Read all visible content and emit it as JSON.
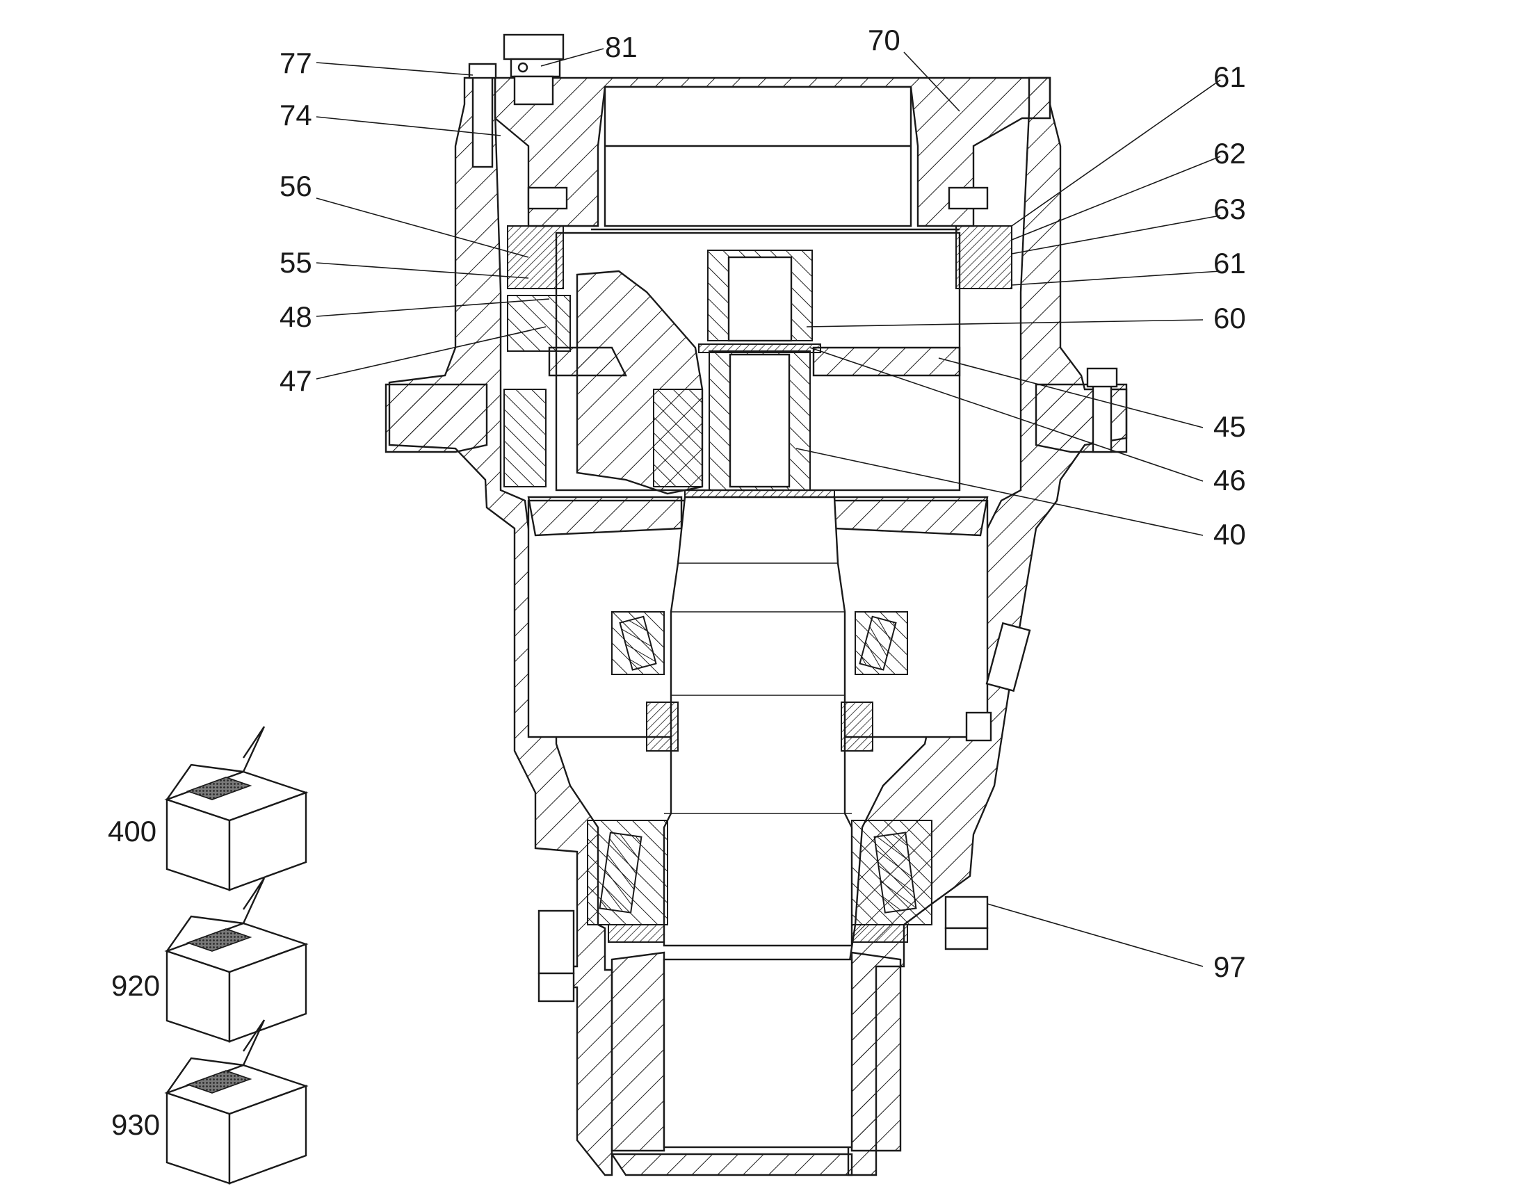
{
  "labels": {
    "l77": "77",
    "l81": "81",
    "l70": "70",
    "l61a": "61",
    "l62": "62",
    "l74": "74",
    "l56": "56",
    "l63": "63",
    "l55": "55",
    "l61b": "61",
    "l48": "48",
    "l60": "60",
    "l47": "47",
    "l45": "45",
    "l46": "46",
    "l40": "40",
    "l97": "97",
    "l400": "400",
    "l920": "920",
    "l930": "930"
  },
  "colors": {
    "line": "#1a1a1a",
    "background": "#ffffff",
    "box_patch": "#555555"
  }
}
